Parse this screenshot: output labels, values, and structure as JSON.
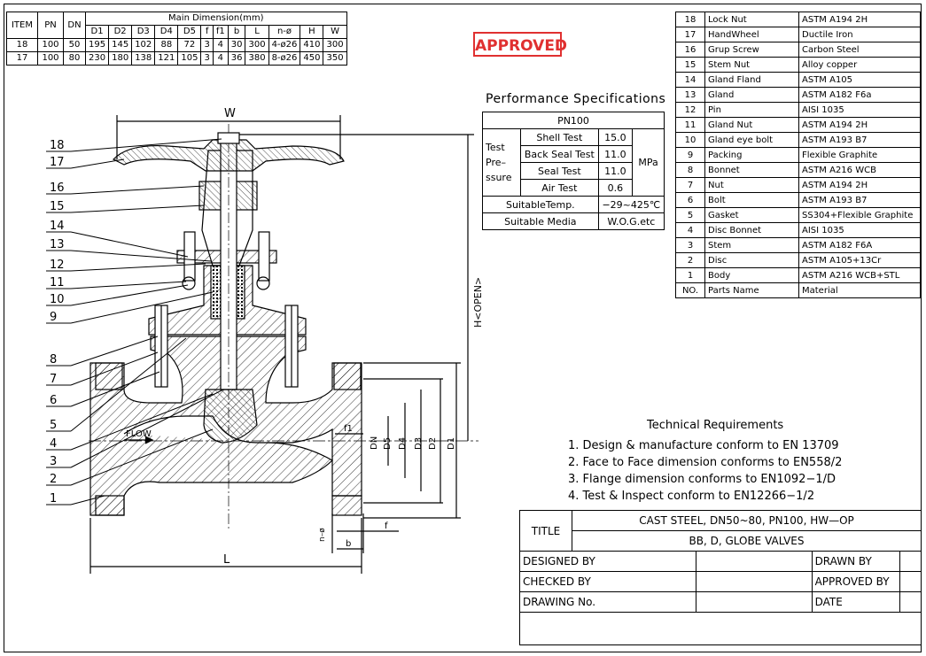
{
  "dim_table": {
    "h_item": "ITEM",
    "h_pn": "PN",
    "h_dn": "DN",
    "h_main": "Main Dimension(mm)",
    "sub_headers": [
      "D1",
      "D2",
      "D3",
      "D4",
      "D5",
      "f",
      "f1",
      "b",
      "L",
      "n-ø",
      "H",
      "W"
    ],
    "rows": [
      [
        "18",
        "100",
        "50",
        "195",
        "145",
        "102",
        "88",
        "72",
        "3",
        "4",
        "30",
        "300",
        "4-ø26",
        "410",
        "300"
      ],
      [
        "17",
        "100",
        "80",
        "230",
        "180",
        "138",
        "121",
        "105",
        "3",
        "4",
        "36",
        "380",
        "8-ø26",
        "450",
        "350"
      ]
    ]
  },
  "approved_stamp": "APPROVED",
  "performance": {
    "title": "Performance Specifications",
    "pn": "PN100",
    "test_label": "Test Pre– ssure",
    "tests": [
      {
        "name": "Shell Test",
        "value": "15.0"
      },
      {
        "name": "Back Seal Test",
        "value": "11.0"
      },
      {
        "name": "Seal Test",
        "value": "11.0"
      },
      {
        "name": "Air Test",
        "value": "0.6"
      }
    ],
    "unit": "MPa",
    "temp_label": "SuitableTemp.",
    "temp_value": "−29~425℃",
    "media_label": "Suitable Media",
    "media_value": "W.O.G.etc"
  },
  "parts": [
    [
      "18",
      "Lock Nut",
      "ASTM A194 2H"
    ],
    [
      "17",
      "HandWheel",
      "Ductile Iron"
    ],
    [
      "16",
      "Grup Screw",
      "Carbon Steel"
    ],
    [
      "15",
      "Stem Nut",
      "Alloy copper"
    ],
    [
      "14",
      "Gland Fland",
      "ASTM A105"
    ],
    [
      "13",
      "Gland",
      "ASTM A182 F6a"
    ],
    [
      "12",
      "Pin",
      "AISI 1035"
    ],
    [
      "11",
      "Gland Nut",
      "ASTM A194 2H"
    ],
    [
      "10",
      "Gland eye bolt",
      "ASTM A193 B7"
    ],
    [
      "9",
      "Packing",
      "Flexible Graphite"
    ],
    [
      "8",
      "Bonnet",
      "ASTM A216 WCB"
    ],
    [
      "7",
      "Nut",
      "ASTM A194 2H"
    ],
    [
      "6",
      "Bolt",
      "ASTM A193 B7"
    ],
    [
      "5",
      "Gasket",
      "SS304+Flexible Graphite"
    ],
    [
      "4",
      "Disc Bonnet",
      "AISI 1035"
    ],
    [
      "3",
      "Stem",
      "ASTM A182 F6A"
    ],
    [
      "2",
      "Disc",
      "ASTM A105+13Cr"
    ],
    [
      "1",
      "Body",
      "ASTM A216 WCB+STL"
    ],
    [
      "NO.",
      "Parts Name",
      "Material"
    ]
  ],
  "drawing": {
    "callouts": [
      "18",
      "17",
      "16",
      "15",
      "14",
      "13",
      "12",
      "11",
      "10",
      "9",
      "8",
      "7",
      "6",
      "5",
      "4",
      "3",
      "2",
      "1"
    ],
    "dim_w": "W",
    "dim_l": "L",
    "dim_h": "H<OPEN>",
    "flow": "FLOW",
    "dims_right": [
      "DN",
      "D5",
      "D4",
      "D3",
      "D2",
      "D1"
    ],
    "dim_f1": "f1",
    "dim_f": "f",
    "dim_b": "b",
    "dim_nphi": "n–ø"
  },
  "tech_req": {
    "title": "Technical Requirements",
    "items": [
      "1. Design & manufacture conform to EN 13709",
      "2. Face to Face dimension conforms to EN558/2",
      "3. Flange dimension conforms to EN1092−1/D",
      "4. Test & Inspect conform to EN12266−1/2"
    ]
  },
  "title_block": {
    "title_label": "TITLE",
    "title_line1": "CAST STEEL, DN50~80, PN100, HW—OP",
    "title_line2": "BB, D, GLOBE VALVES",
    "designed_by": "DESIGNED BY",
    "drawn_by": "DRAWN BY",
    "checked_by": "CHECKED  BY",
    "approved_by": "APPROVED BY",
    "drawing_no": "DRAWING No.",
    "date": "DATE"
  }
}
